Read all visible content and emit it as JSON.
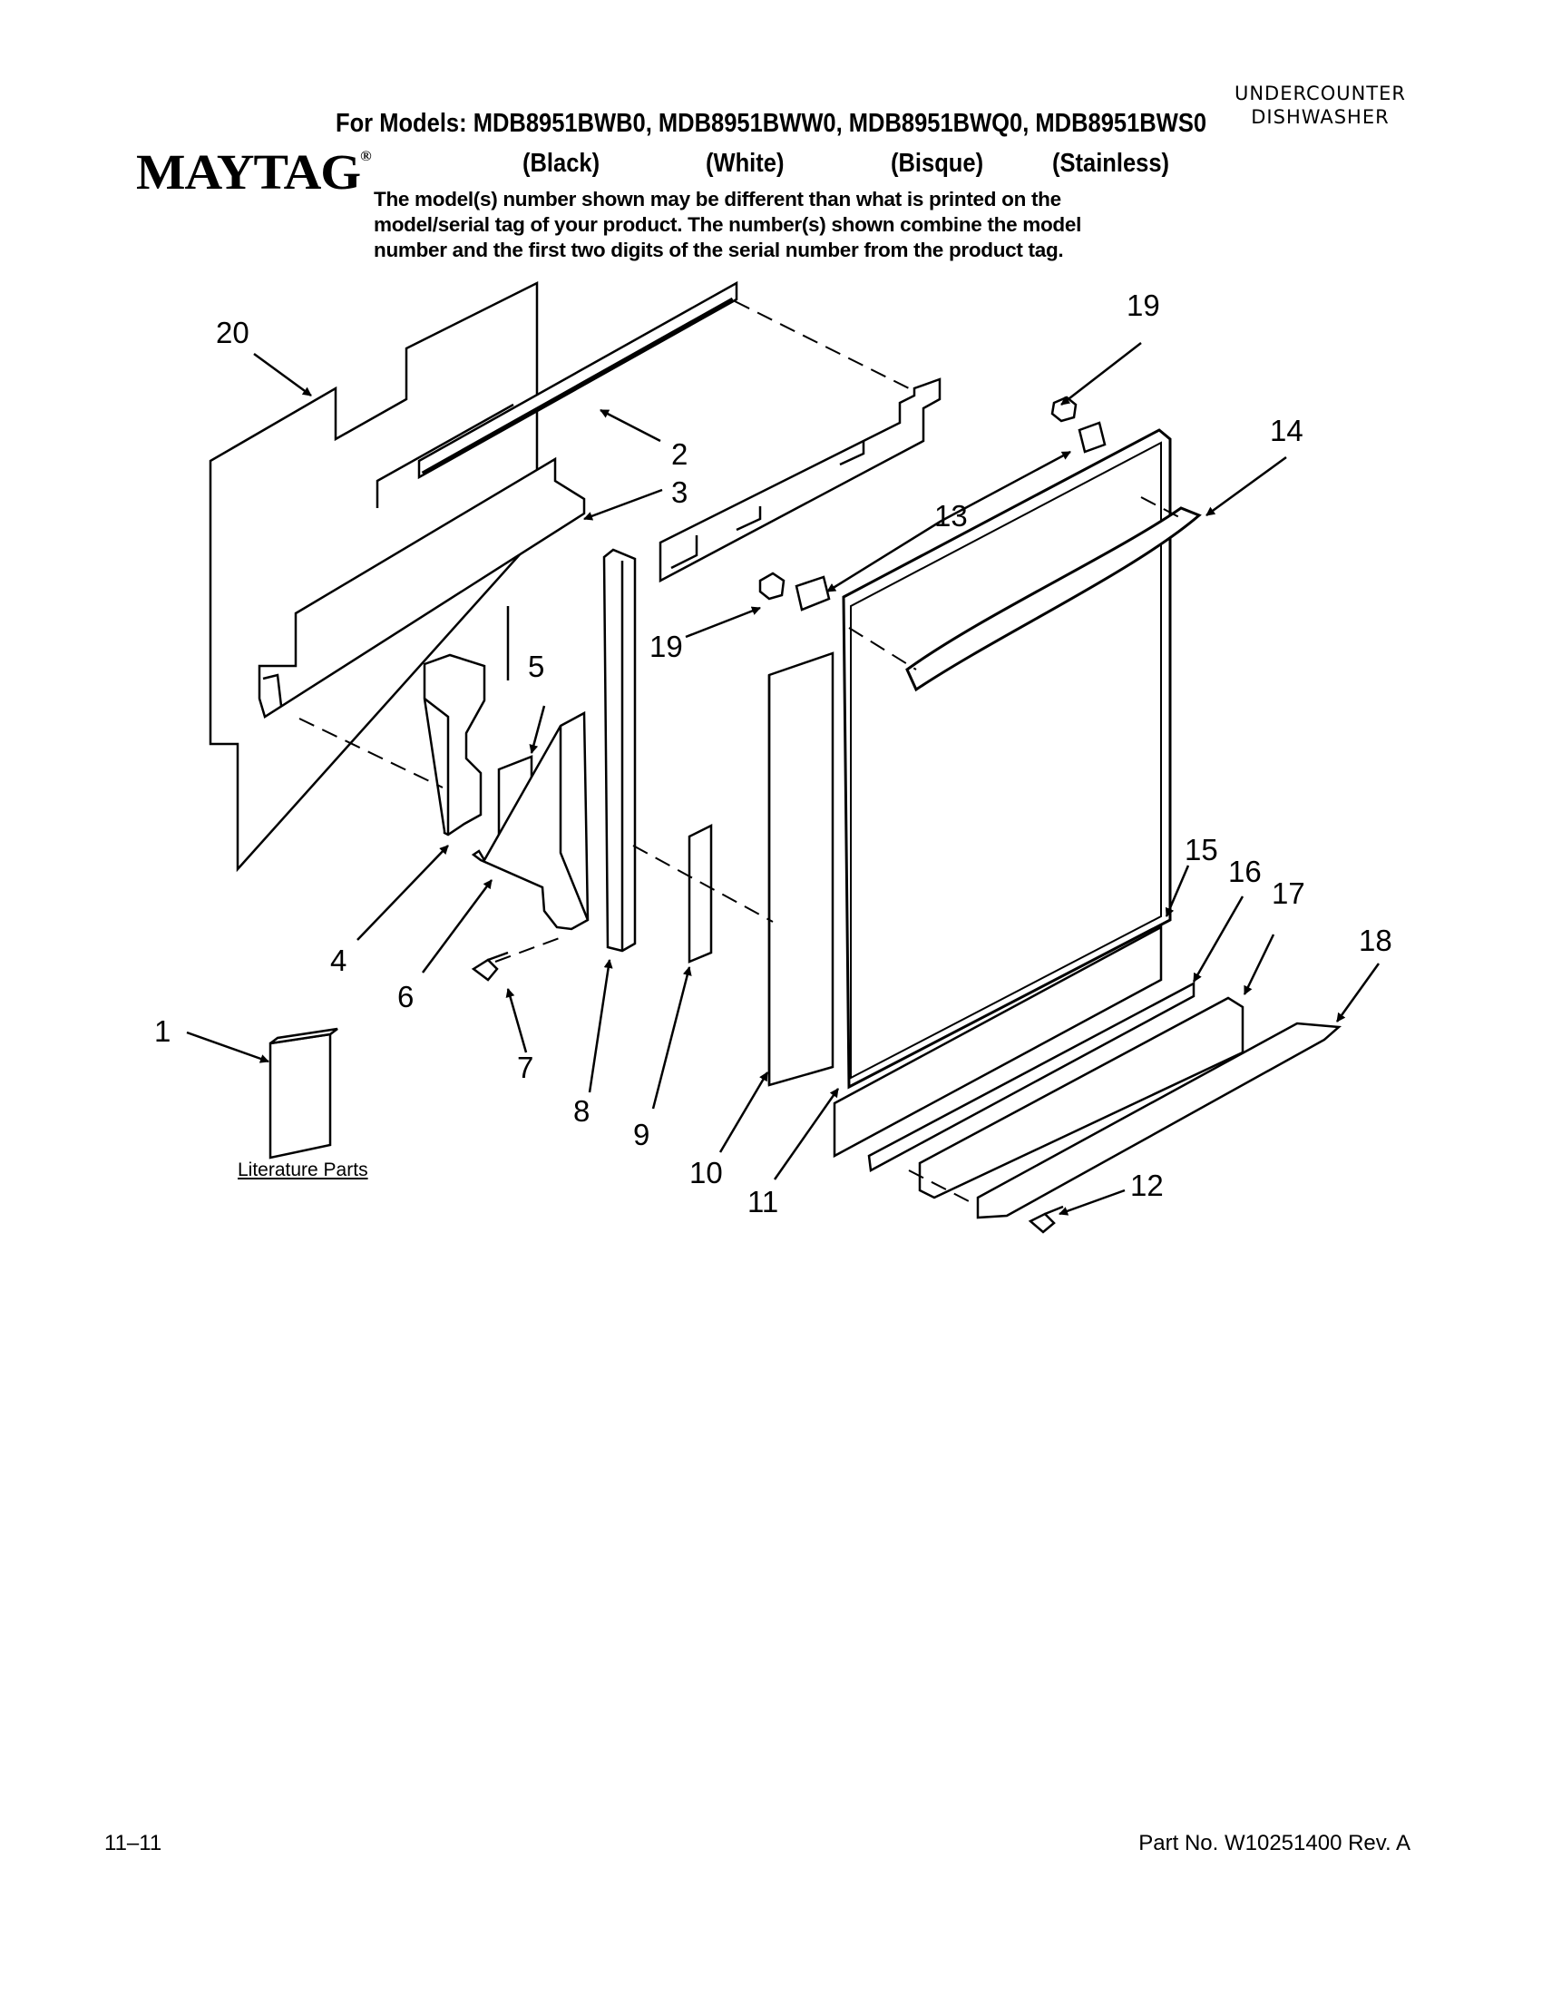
{
  "header": {
    "doc_type_line1": "UNDERCOUNTER",
    "doc_type_line2": "DISHWASHER",
    "models_line": "For Models: MDB8951BWB0, MDB8951BWW0, MDB8951BWQ0, MDB8951BWS0",
    "brand": "MAYTAG",
    "brand_mark": "®",
    "colors": [
      "(Black)",
      "(White)",
      "(Bisque)",
      "(Stainless)"
    ],
    "note_lines": [
      "The model(s) number shown may be different than what is printed on the",
      "model/serial tag of your product. The number(s) shown combine the model",
      "number and the first two digits of the serial number from the product tag."
    ]
  },
  "diagram": {
    "callouts": [
      "20",
      "2",
      "3",
      "19",
      "14",
      "13",
      "19",
      "5",
      "15",
      "16",
      "17",
      "18",
      "4",
      "6",
      "1",
      "7",
      "8",
      "9",
      "10",
      "11",
      "12"
    ],
    "literature_label": "Literature Parts"
  },
  "footer": {
    "date": "11–11",
    "part_number": "Part No. W10251400 Rev. A"
  }
}
